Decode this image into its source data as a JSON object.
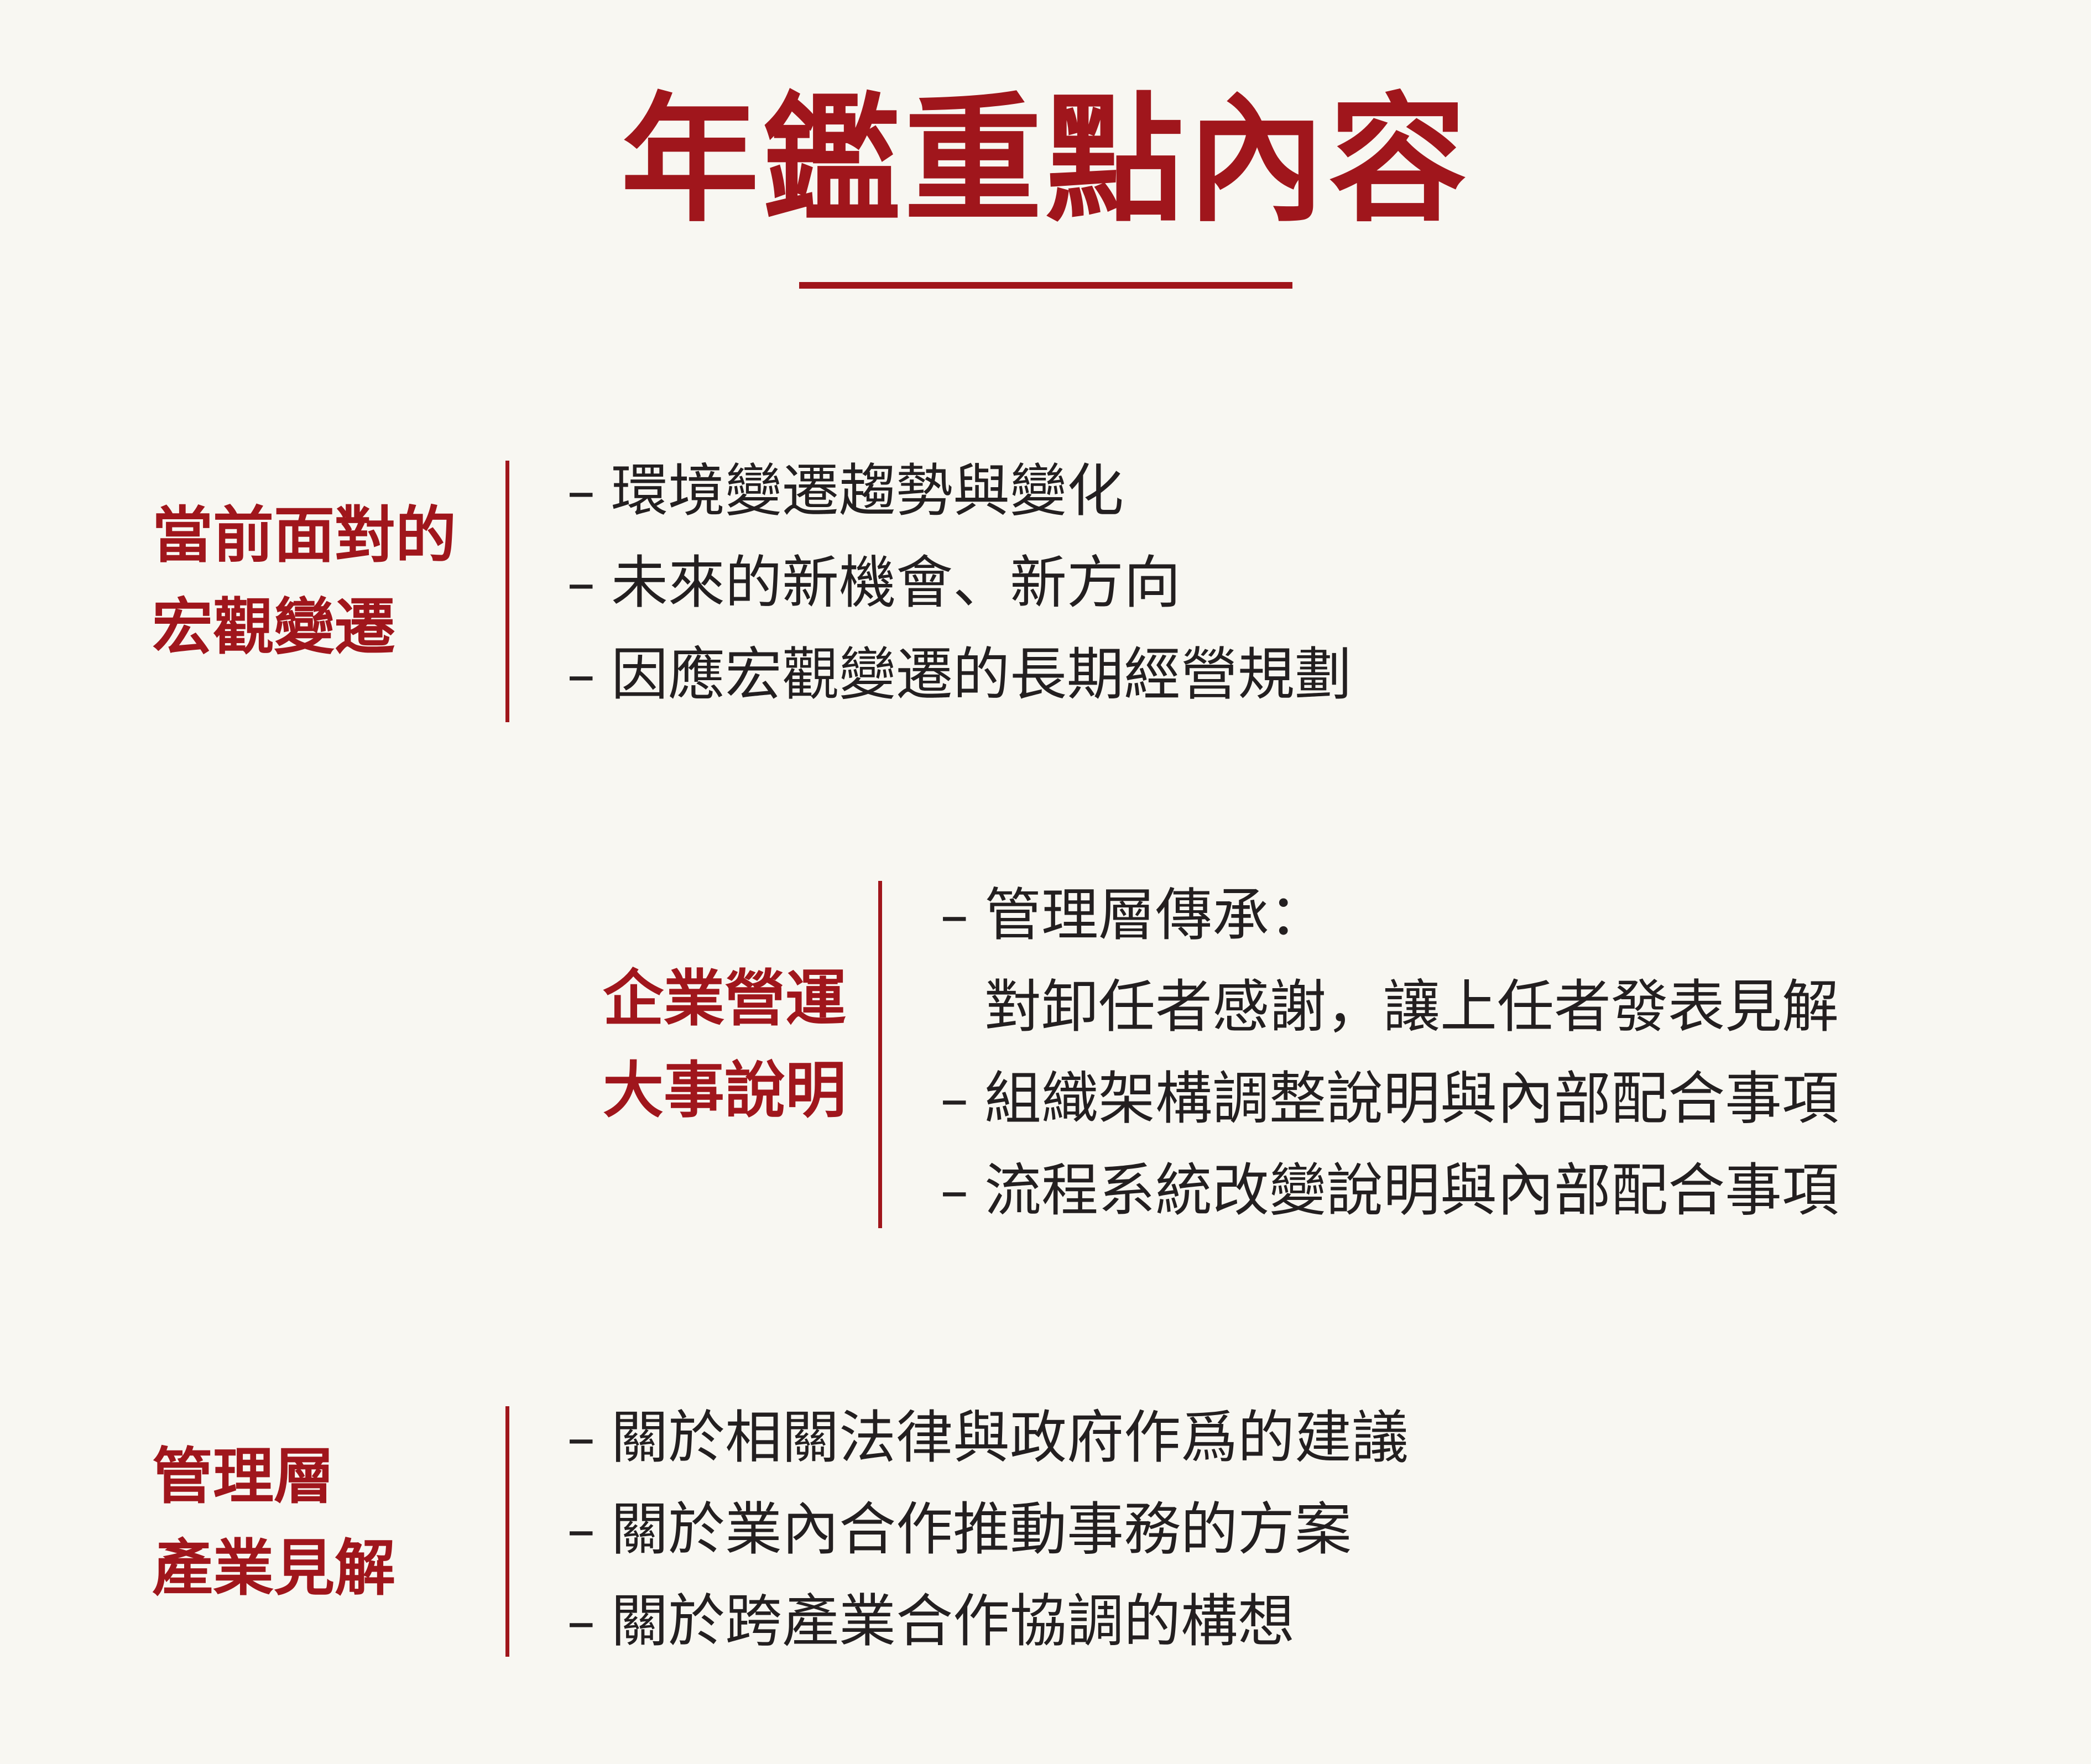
{
  "title": "年鑑重點內容",
  "sections": [
    {
      "heading": [
        "當前面對的",
        "宏觀變遷"
      ],
      "items": [
        "環境變遷趨勢與變化",
        "未來的新機會、新方向",
        "因應宏觀變遷的長期經營規劃"
      ]
    },
    {
      "heading": [
        "企業營運",
        "大事說明"
      ],
      "items": [
        "管理層傳承：",
        "對卸任者感謝，讓上任者發表見解",
        "組織架構調整說明與內部配合事項",
        "流程系統改變說明與內部配合事項"
      ]
    },
    {
      "heading": [
        "管理層",
        "產業見解"
      ],
      "items": [
        "關於相關法律與政府作爲的建議",
        "關於業內合作推動事務的方案",
        "關於跨產業合作協調的構想"
      ]
    }
  ],
  "dash": "–"
}
